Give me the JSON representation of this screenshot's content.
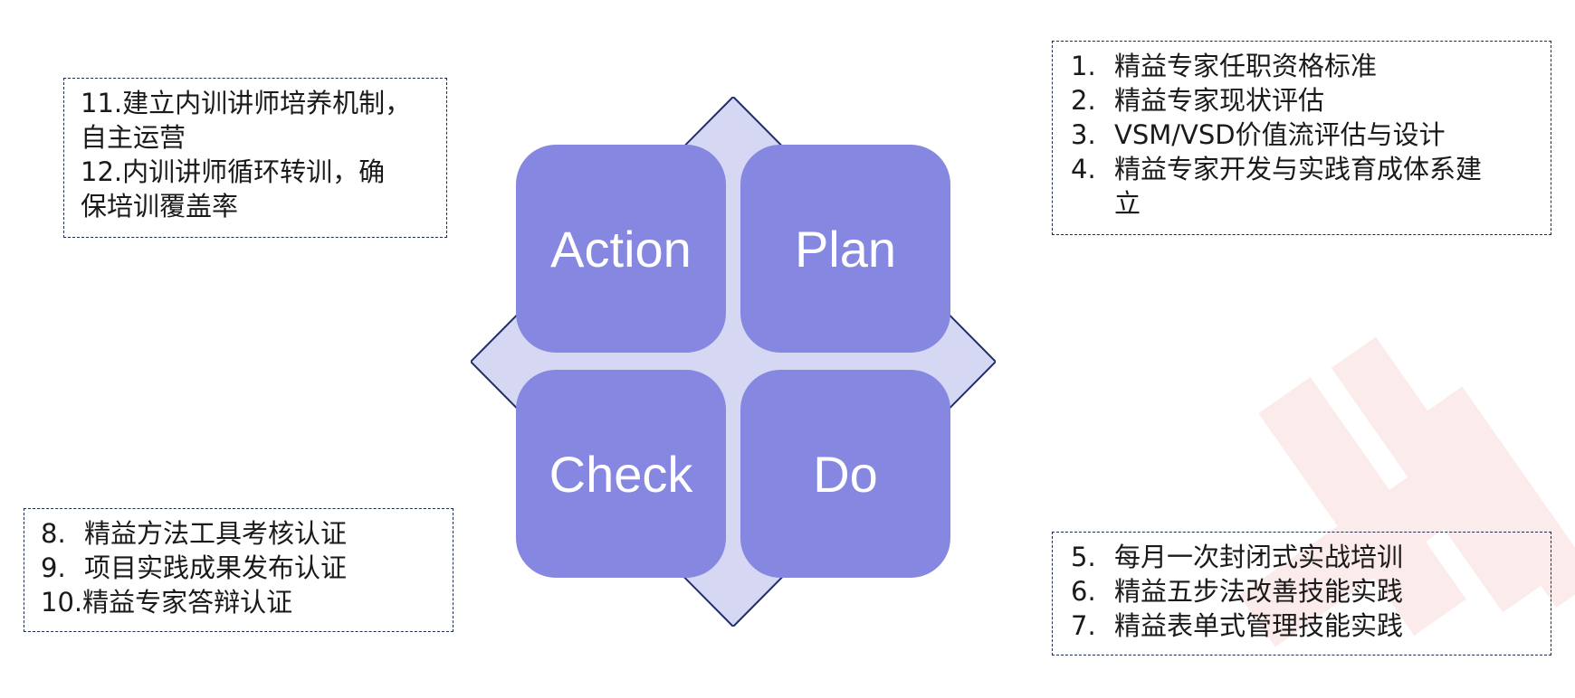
{
  "colors": {
    "tile": "#8587e0",
    "diamond_fill": "#d6d7f3",
    "diamond_stroke": "#1f2d6b",
    "box_border": "#1f2d4d",
    "text": "#1a1a1a",
    "watermark": "#e04a3c"
  },
  "pdca": {
    "action": "Action",
    "plan": "Plan",
    "check": "Check",
    "do": "Do"
  },
  "boxes": {
    "action": {
      "lines": [
        "11.建立内训讲师培养机制，",
        "自主运营",
        "12.内训讲师循环转训，确",
        "保培训覆盖率"
      ]
    },
    "plan": {
      "items": [
        {
          "num": "1.",
          "text": "精益专家任职资格标准"
        },
        {
          "num": "2.",
          "text": "精益专家现状评估"
        },
        {
          "num": "3.",
          "text": "VSM/VSD价值流评估与设计"
        },
        {
          "num": "4.",
          "text": "精益专家开发与实践育成体系建"
        },
        {
          "num": "",
          "text": "立"
        }
      ]
    },
    "check": {
      "items": [
        {
          "num": "8.",
          "text": "精益方法工具考核认证"
        },
        {
          "num": "9.",
          "text": "项目实践成果发布认证"
        },
        {
          "num": "10.",
          "text": "精益专家答辩认证"
        }
      ]
    },
    "do": {
      "items": [
        {
          "num": "5.",
          "text": "每月一次封闭式实战培训"
        },
        {
          "num": "6.",
          "text": "精益五步法改善技能实践"
        },
        {
          "num": "7.",
          "text": "精益表单式管理技能实践"
        }
      ]
    }
  }
}
